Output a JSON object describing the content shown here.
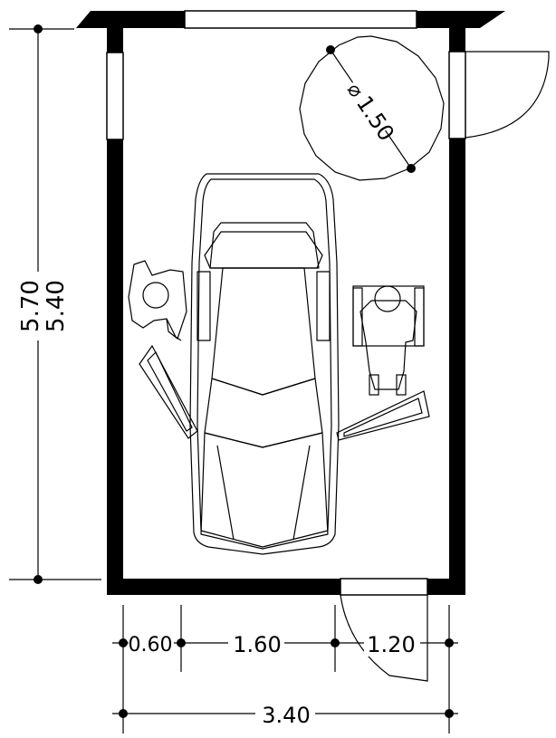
{
  "dimensions": {
    "outer_height": "5.70",
    "inner_height": "5.40",
    "left_strip": "0.60",
    "car_zone": "1.60",
    "wheelchair_zone": "1.20",
    "total_width": "3.40",
    "turning_circle": "1.50",
    "diameter_symbol": "⌀"
  },
  "colors": {
    "wall": "#000000",
    "line": "#000000",
    "paper": "#ffffff"
  }
}
